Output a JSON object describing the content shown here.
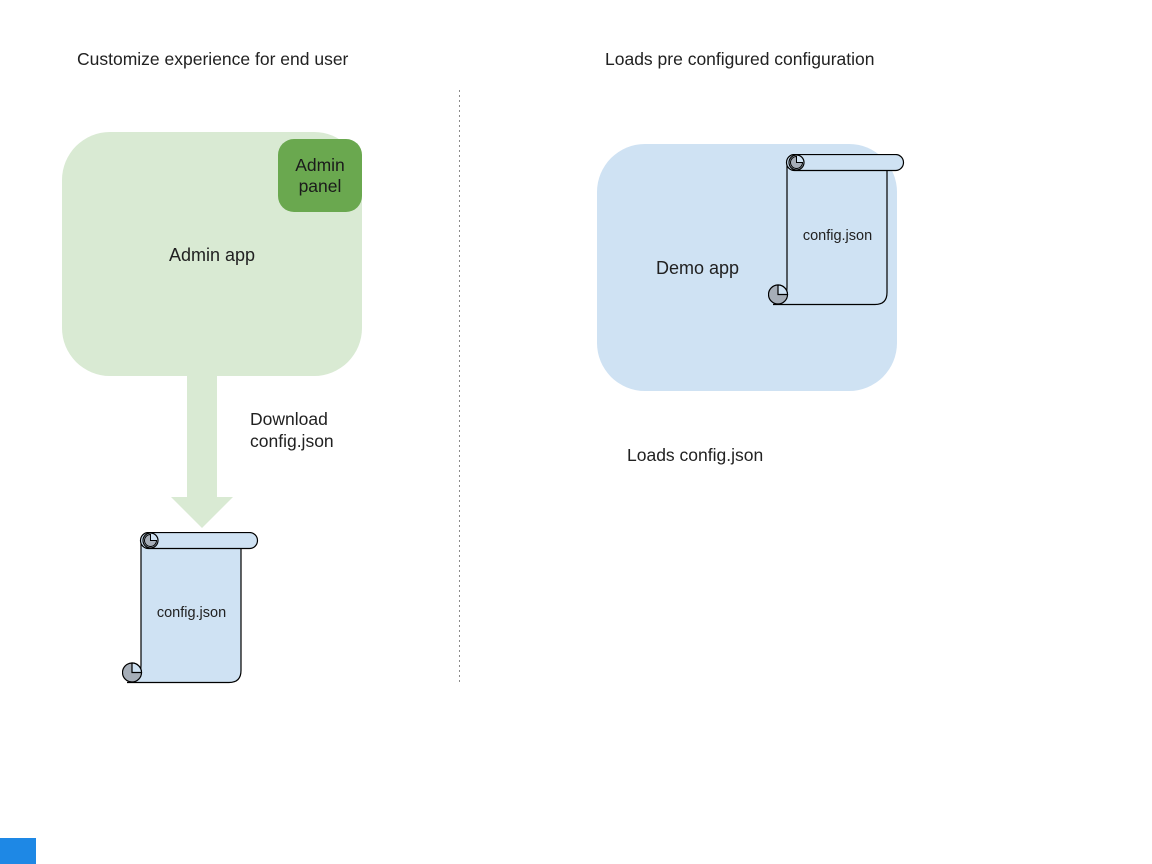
{
  "left": {
    "heading": "Customize experience for end user",
    "admin_app_label": "Admin app",
    "admin_app_fill": "#d9ead3",
    "admin_panel_label": "Admin panel",
    "admin_panel_fill": "#6aa84f",
    "arrow_label": "Download\nconfig.json",
    "arrow_fill": "#d9ead3",
    "scroll_label": "config.json",
    "scroll_fill": "#cfe2f3"
  },
  "right": {
    "heading": "Loads pre configured configuration",
    "demo_app_label": "Demo app",
    "demo_app_fill": "#cfe2f3",
    "scroll_label": "config.json",
    "scroll_fill": "#cfe2f3",
    "caption": "Loads config.json"
  },
  "misc": {
    "scroll_curl_fill": "#a6aeb8",
    "outline_color": "#000000",
    "divider_color": "#8a8a8a",
    "text_color": "#212121",
    "cropped_shape_color": "#1e88e5"
  }
}
